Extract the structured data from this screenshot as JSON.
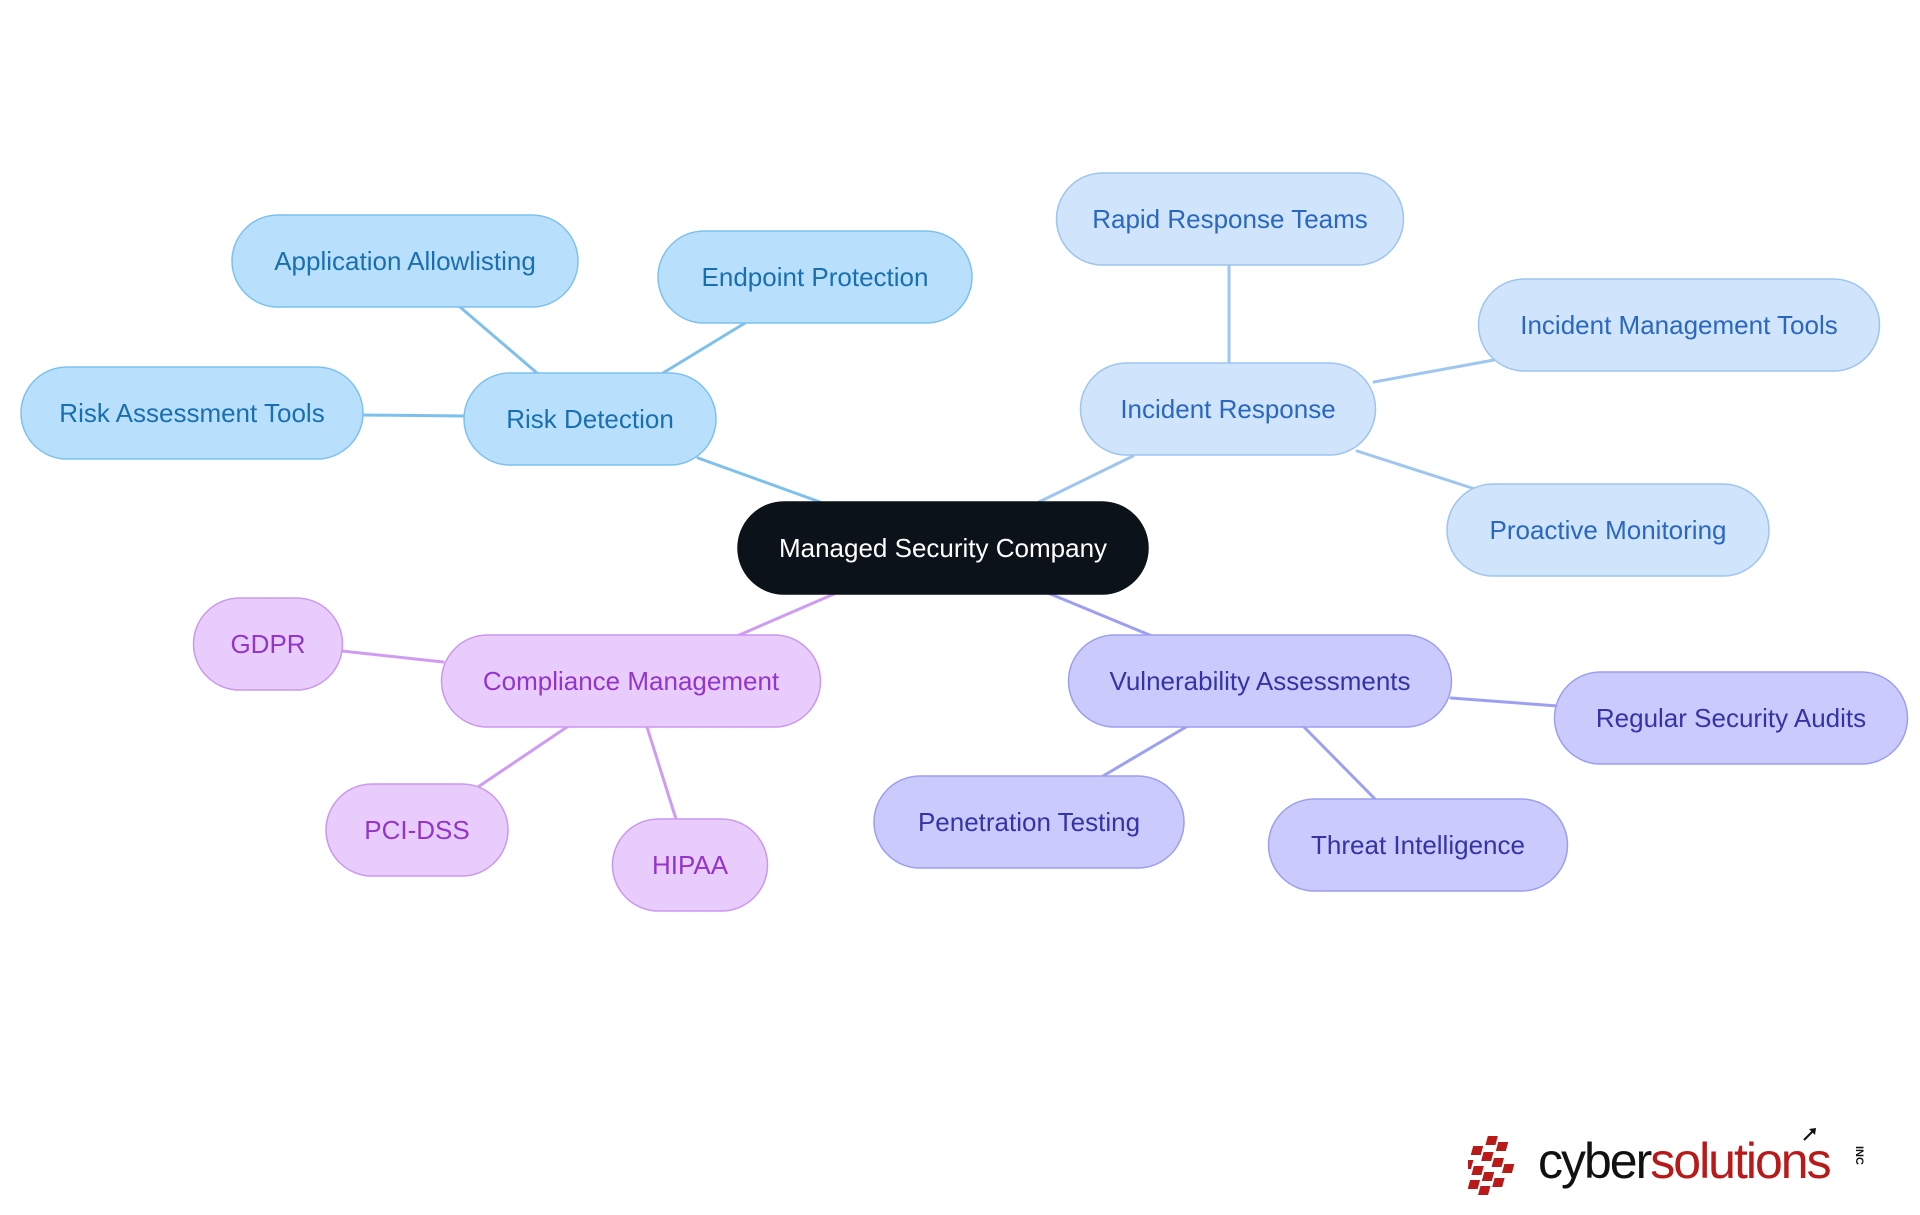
{
  "colors": {
    "background": "#ffffff",
    "center_fill": "#0c1219",
    "center_text": "#ffffff",
    "risk_fill": "#b8e0fc",
    "risk_stroke": "#7ec1ee",
    "risk_text": "#1a6fb0",
    "risk_edge": "#7ec0ec",
    "incident_fill": "#d0e4fb",
    "incident_stroke": "#9ec4f0",
    "incident_text": "#2a68c0",
    "incident_edge": "#9ec6ef",
    "vuln_fill": "#cacbfc",
    "vuln_stroke": "#9c9ef0",
    "vuln_text": "#3434a6",
    "vuln_edge": "#9d9ff0",
    "compliance_fill": "#e8cdfc",
    "compliance_stroke": "#cc97f0",
    "compliance_text": "#9434cc",
    "compliance_edge": "#cf9cf2",
    "logo_red": "#b81a1a",
    "logo_dark": "#111111"
  },
  "mindmap": {
    "center": {
      "label": "Managed Security Company"
    },
    "branches": [
      {
        "key": "risk",
        "label": "Risk Detection",
        "children": [
          "Application Allowlisting",
          "Endpoint Protection",
          "Risk Assessment Tools"
        ]
      },
      {
        "key": "incident",
        "label": "Incident Response",
        "children": [
          "Rapid Response Teams",
          "Incident Management Tools",
          "Proactive Monitoring"
        ]
      },
      {
        "key": "vuln",
        "label": "Vulnerability Assessments",
        "children": [
          "Regular Security Audits",
          "Penetration Testing",
          "Threat Intelligence"
        ]
      },
      {
        "key": "compliance",
        "label": "Compliance Management",
        "children": [
          "GDPR",
          "PCI-DSS",
          "HIPAA"
        ]
      }
    ]
  },
  "logo": {
    "word_dark": "cyber",
    "word_red": "solutions",
    "suffix": "INC"
  }
}
